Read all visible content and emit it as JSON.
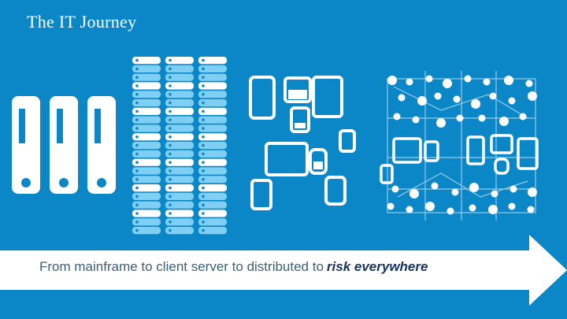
{
  "slide": {
    "title": "The IT Journey",
    "caption": "From mainframe to client server to distributed to",
    "caption_highlight": "risk everywhere"
  },
  "stages": [
    {
      "name": "mainframe",
      "icon": "mainframe-icon"
    },
    {
      "name": "client server",
      "icon": "server-rack-icon"
    },
    {
      "name": "distributed",
      "icon": "mobile-devices-icon"
    },
    {
      "name": "everywhere",
      "icon": "connected-network-icon"
    }
  ],
  "colors": {
    "background": "#0b86c7",
    "icon_white": "#ffffff",
    "server_light": "#7fcff4",
    "arrow_fill": "#ffffff",
    "caption_text": "#3b5f74",
    "highlight_text": "#16335e"
  }
}
